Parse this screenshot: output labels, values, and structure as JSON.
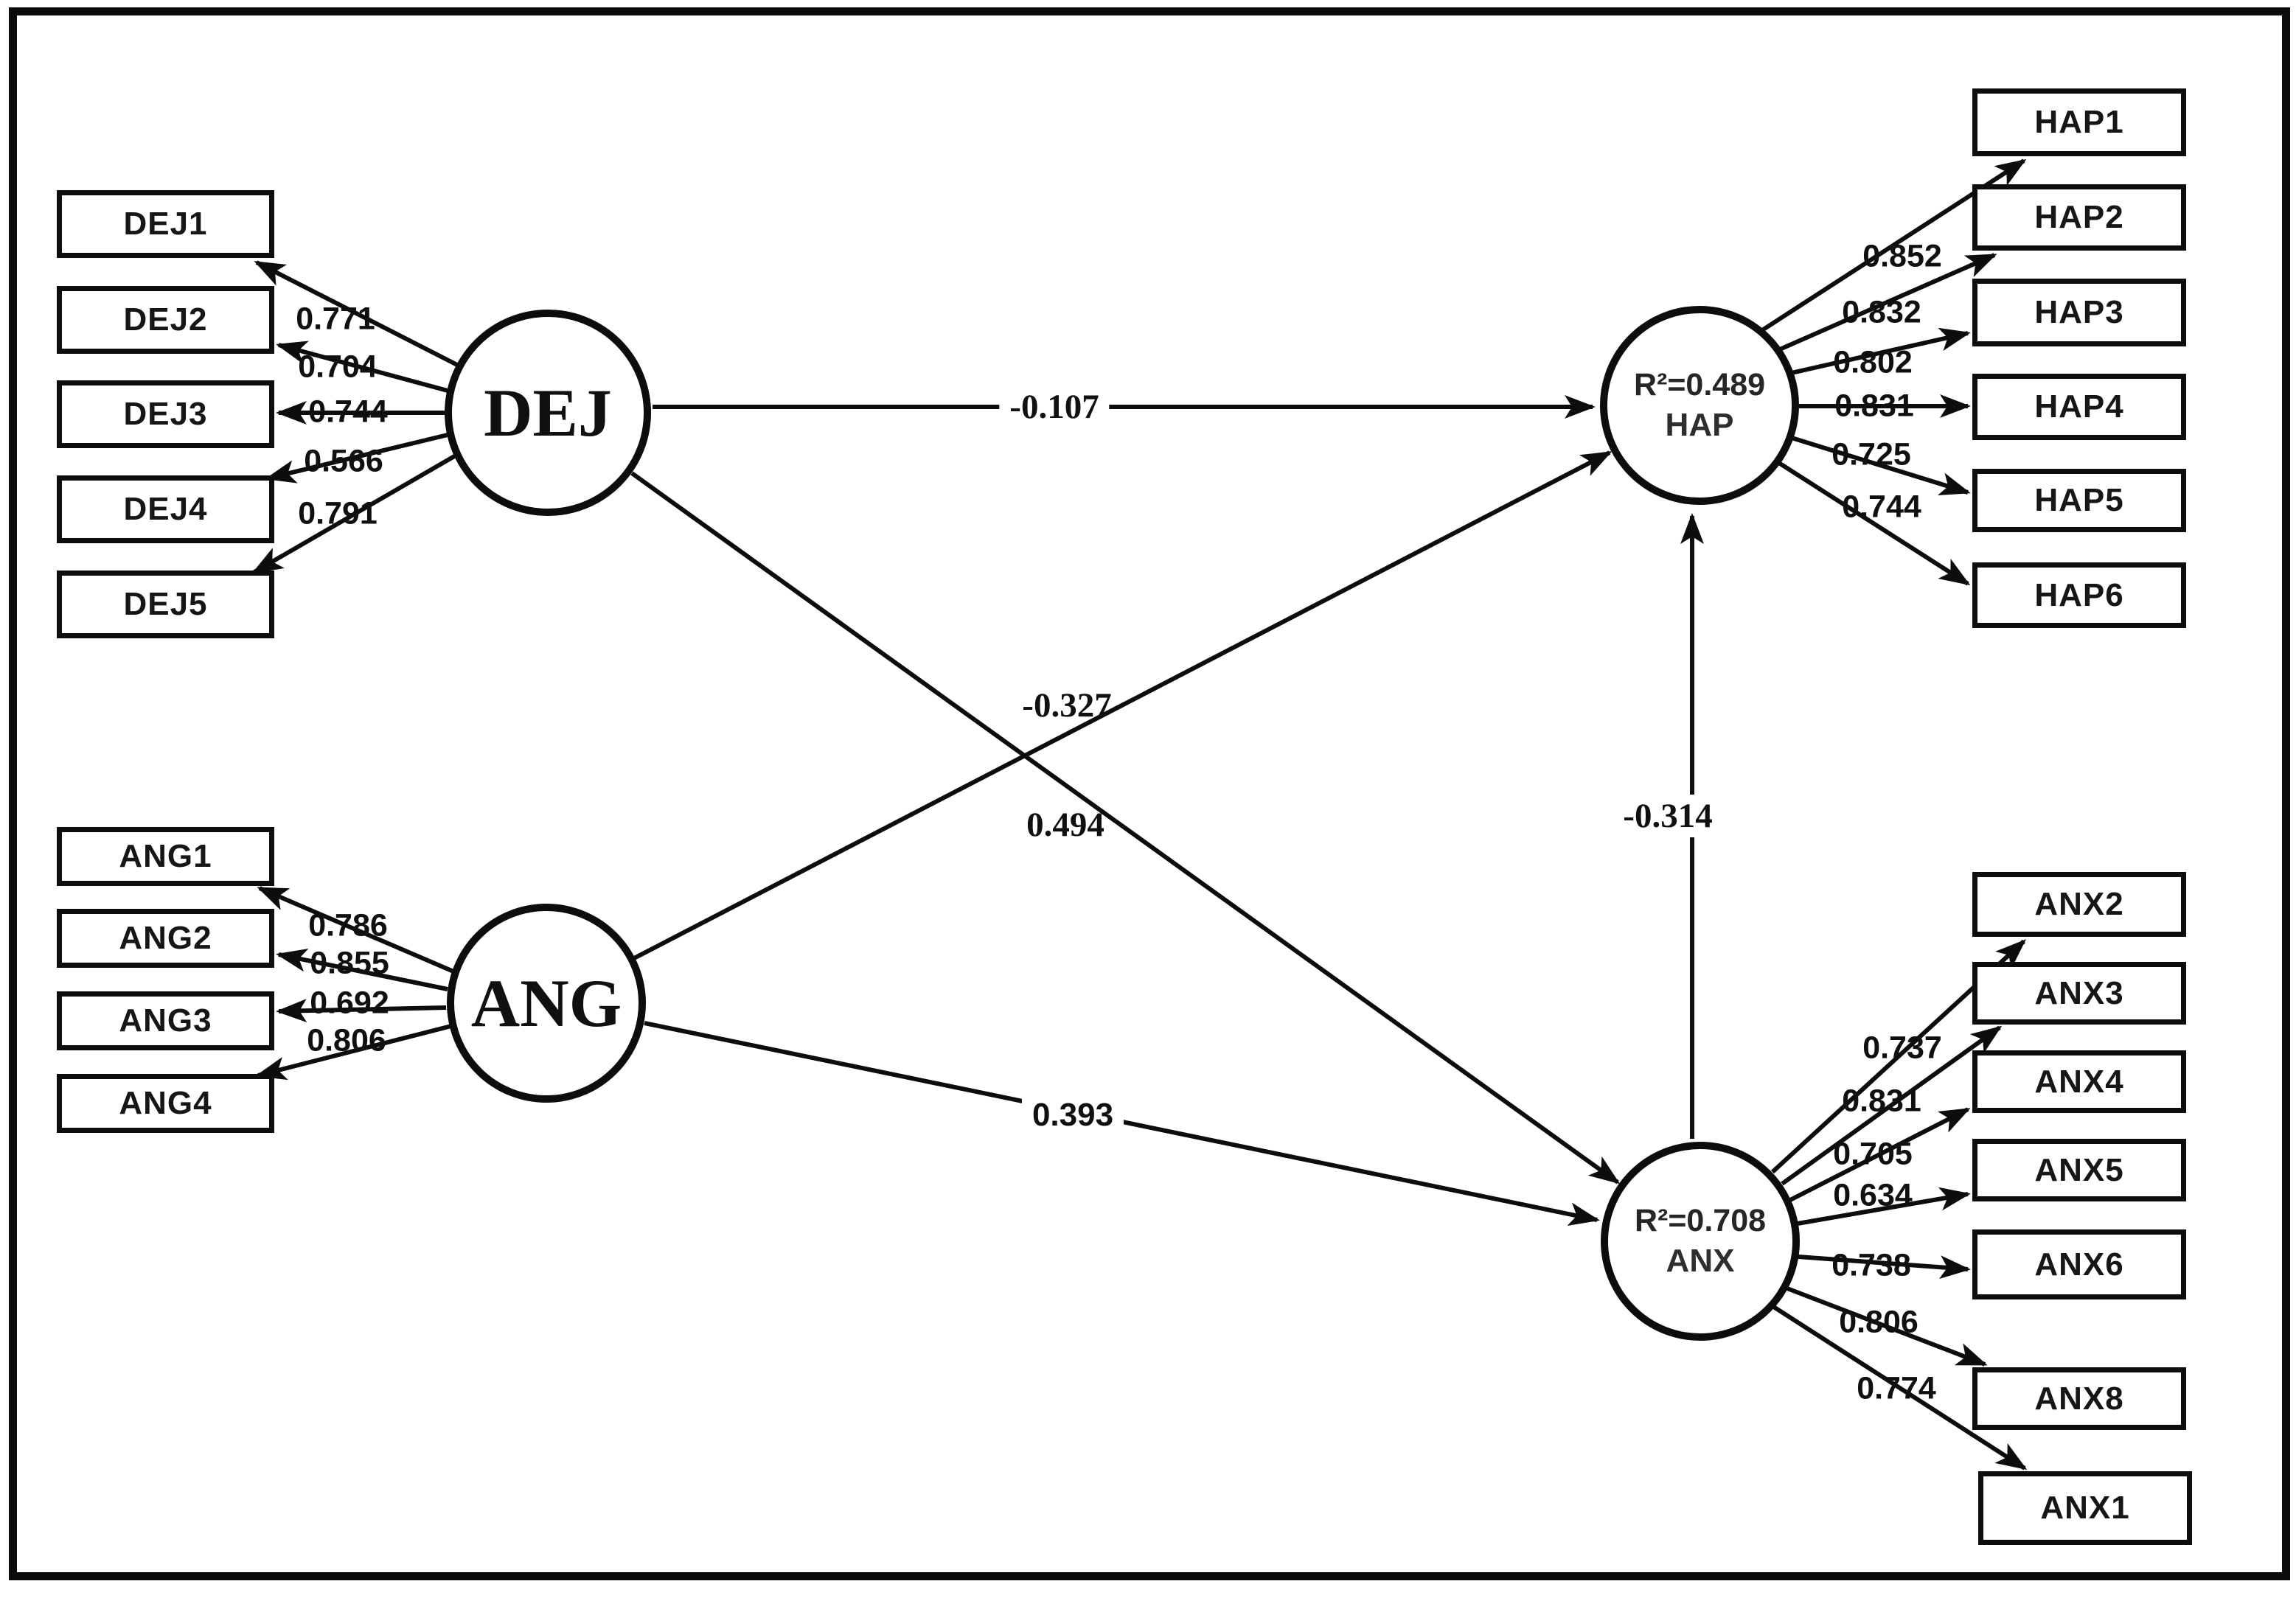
{
  "figure": {
    "dej": {
      "label": "DEJ",
      "indicators": [
        {
          "name": "DEJ1",
          "loading": "0.771"
        },
        {
          "name": "DEJ2",
          "loading": "0.704"
        },
        {
          "name": "DEJ3",
          "loading": "0.744"
        },
        {
          "name": "DEJ4",
          "loading": "0.566"
        },
        {
          "name": "DEJ5",
          "loading": "0.791"
        }
      ]
    },
    "ang": {
      "label": "ANG",
      "indicators": [
        {
          "name": "ANG1",
          "loading": "0.786"
        },
        {
          "name": "ANG2",
          "loading": "0.855"
        },
        {
          "name": "ANG3",
          "loading": "0.692"
        },
        {
          "name": "ANG4",
          "loading": "0.806"
        }
      ]
    },
    "hap": {
      "label": "HAP",
      "r2": "R²=0.489",
      "indicators": [
        {
          "name": "HAP1",
          "loading": "0.852"
        },
        {
          "name": "HAP2",
          "loading": "0.832"
        },
        {
          "name": "HAP3",
          "loading": "0.802"
        },
        {
          "name": "HAP4",
          "loading": "0.831"
        },
        {
          "name": "HAP5",
          "loading": "0.725"
        },
        {
          "name": "HAP6",
          "loading": "0.744"
        }
      ]
    },
    "anx": {
      "label": "ANX",
      "r2": "R²=0.708",
      "indicators": [
        {
          "name": "ANX2",
          "loading": "0.737"
        },
        {
          "name": "ANX3",
          "loading": "0.831"
        },
        {
          "name": "ANX4",
          "loading": "0.705"
        },
        {
          "name": "ANX5",
          "loading": "0.634"
        },
        {
          "name": "ANX6",
          "loading": "0.738"
        },
        {
          "name": "ANX8",
          "loading": "0.806"
        },
        {
          "name": "ANX1",
          "loading": "0.774"
        }
      ]
    },
    "paths": {
      "dej_hap": "-0.107",
      "dej_anx": "0.494",
      "ang_hap": "-0.327",
      "ang_anx": "0.393",
      "anx_hap": "-0.314"
    },
    "colors": {
      "ink": "#0d0d0d",
      "background": "#ffffff"
    }
  }
}
